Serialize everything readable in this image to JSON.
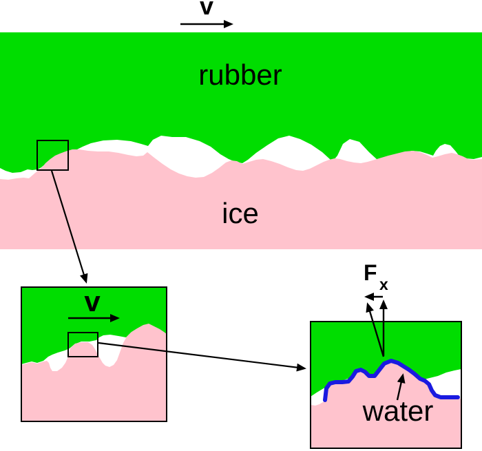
{
  "colors": {
    "background": "#ffffff",
    "rubber": "#00dd00",
    "ice": "#ffc3cd",
    "water": "#1a1ae0",
    "line": "#000000"
  },
  "main_view": {
    "velocity_label": "v",
    "rubber_label": "rubber",
    "ice_label": "ice"
  },
  "zoom_view_1": {
    "velocity_label": "v"
  },
  "zoom_view_2": {
    "force_label": "F",
    "force_subscript": "x",
    "water_label": "water"
  }
}
